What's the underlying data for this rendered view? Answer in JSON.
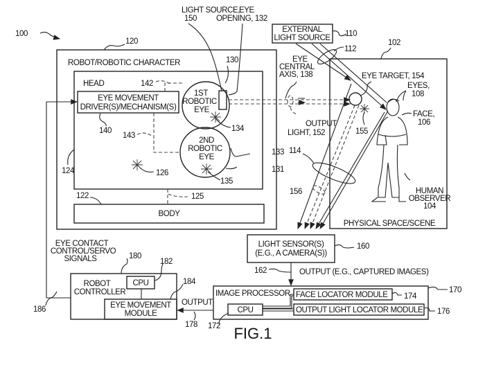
{
  "figure": {
    "caption": "FIG.1",
    "ref_system": "100",
    "robot": {
      "title": "ROBOT/ROBOTIC CHARACTER",
      "ref": "120",
      "head_ref": "124",
      "point_126": "126"
    },
    "head": {
      "title": "HEAD"
    },
    "eye_driver": {
      "line1": "EYE MOVEMENT",
      "line2": "DRIVER(S)/MECHANISM(S)",
      "ref": "140",
      "link_142": "142",
      "link_143": "143"
    },
    "first_eye": {
      "line1": "1ST",
      "line2": "ROBOTIC",
      "line3": "EYE",
      "ref": "130",
      "ref_134": "134"
    },
    "second_eye": {
      "line1": "2ND",
      "line2": "ROBOTIC",
      "line3": "EYE",
      "ref_133": "133",
      "ref_131": "131",
      "ref_135": "135"
    },
    "light_source": {
      "line1": "LIGHT SOURCE,",
      "line2": "150"
    },
    "eye_opening": {
      "line1": "EYE",
      "line2": "OPENING, 132"
    },
    "body": {
      "label": "BODY",
      "ref": "122",
      "link_125": "125"
    },
    "external_light": {
      "line1": "EXTERNAL",
      "line2": "LIGHT SOURCE",
      "ref": "110",
      "lens_ref": "112"
    },
    "eye_axis": {
      "line1": "EYE",
      "line2": "CENTRAL",
      "line3": "AXIS, 138"
    },
    "output_light": {
      "line1": "OUTPUT",
      "line2": "LIGHT, 152"
    },
    "scene": {
      "label": "PHYSICAL SPACE/SCENE",
      "ref": "102",
      "eye_target": "EYE TARGET, 154",
      "eyes_1": "EYES,",
      "eyes_2": "108",
      "face_1": "FACE,",
      "face_2": "106",
      "ref_155": "155",
      "lens_114": "114",
      "ref_156": "156",
      "observer_1": "HUMAN",
      "observer_2": "OBSERVER",
      "observer_3": "104"
    },
    "light_sensor": {
      "line1": "LIGHT SENSOR(S)",
      "line2": "(E.G., A CAMERA(S))",
      "ref": "160",
      "out_ref": "162",
      "out_label": "OUTPUT (E.G., CAPTURED IMAGES)"
    },
    "image_processor": {
      "title": "IMAGE PROCESSOR",
      "ref": "170",
      "cpu": "CPU",
      "cpu_ref": "172",
      "face_module": "FACE LOCATOR MODULE",
      "face_ref": "174",
      "light_module": "OUTPUT LIGHT LOCATOR MODULE",
      "light_ref": "176"
    },
    "output_link": {
      "label": "OUTPUT",
      "ref": "178"
    },
    "robot_controller": {
      "line1": "ROBOT",
      "line2": "CONTROLLER",
      "ref": "180",
      "cpu": "CPU",
      "cpu_ref": "182",
      "module_1": "EYE MOVEMENT",
      "module_2": "MODULE",
      "module_ref": "184"
    },
    "servo": {
      "line1": "EYE CONTACT",
      "line2": "CONTROL/SERVO",
      "line3": "SIGNALS",
      "ref": "186"
    }
  }
}
